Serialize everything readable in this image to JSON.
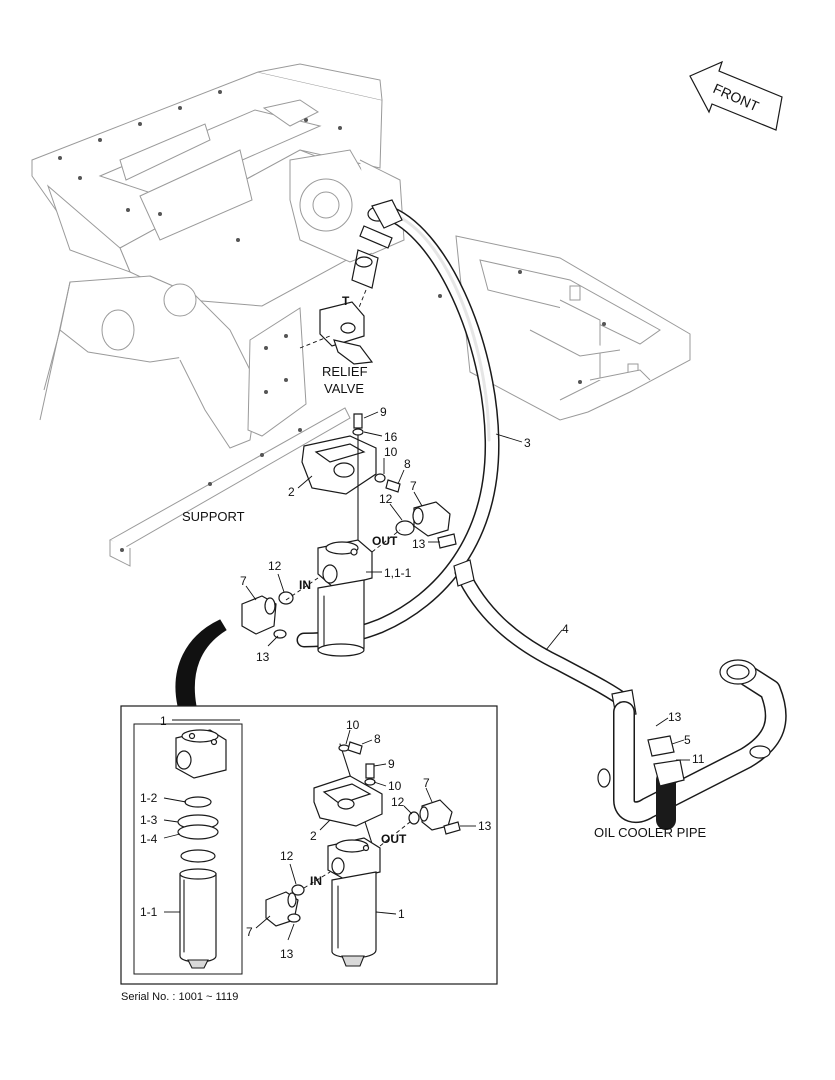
{
  "direction": {
    "front": "FRONT"
  },
  "captions": {
    "relief_line1": "RELIEF",
    "relief_line2": "VALVE",
    "support": "SUPPORT",
    "oil_cooler_pipe": "OIL COOLER PIPE",
    "serial": "Serial No. : 1001 ~ 1119"
  },
  "ports": {
    "t": "T",
    "in": "IN",
    "out": "OUT",
    "in_detail": "IN",
    "out_detail": "OUT"
  },
  "callouts_main": {
    "p9": "9",
    "p16": "16",
    "p10": "10",
    "p8": "8",
    "p2": "2",
    "p12_out": "12",
    "p7_out": "7",
    "p13_out": "13",
    "p1_11": "1,1-1",
    "p7_in": "7",
    "p12_in": "12",
    "p13_in": "13",
    "p3": "3",
    "p4": "4",
    "p13_cooler": "13",
    "p5": "5",
    "p11": "11"
  },
  "callouts_detail": {
    "p1": "1",
    "p1_2": "1-2",
    "p1_3": "1-3",
    "p1_4": "1-4",
    "p1_1": "1-1",
    "p10_top": "10",
    "p8": "8",
    "p9": "9",
    "p10_mid": "10",
    "p7_out": "7",
    "p12_out": "12",
    "p2": "2",
    "p13_out": "13",
    "p1_body": "1",
    "p12_in": "12",
    "p7_in": "7",
    "p13_in": "13"
  }
}
